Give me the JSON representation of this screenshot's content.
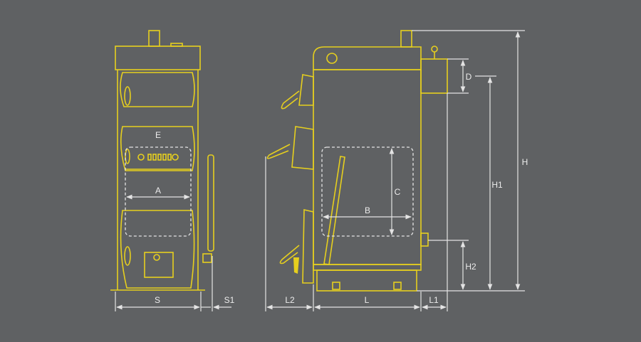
{
  "colors": {
    "background": "#5f6163",
    "drawing": "#e6cf1e",
    "dimension": "#e4e4e4"
  },
  "front_view": {
    "labels": {
      "E": "E",
      "A": "A",
      "S": "S",
      "S1": "S1"
    }
  },
  "side_view": {
    "labels": {
      "B": "B",
      "C": "C",
      "D": "D",
      "H": "H",
      "H1": "H1",
      "H2": "H2",
      "L": "L",
      "L1": "L1",
      "L2": "L2"
    }
  }
}
